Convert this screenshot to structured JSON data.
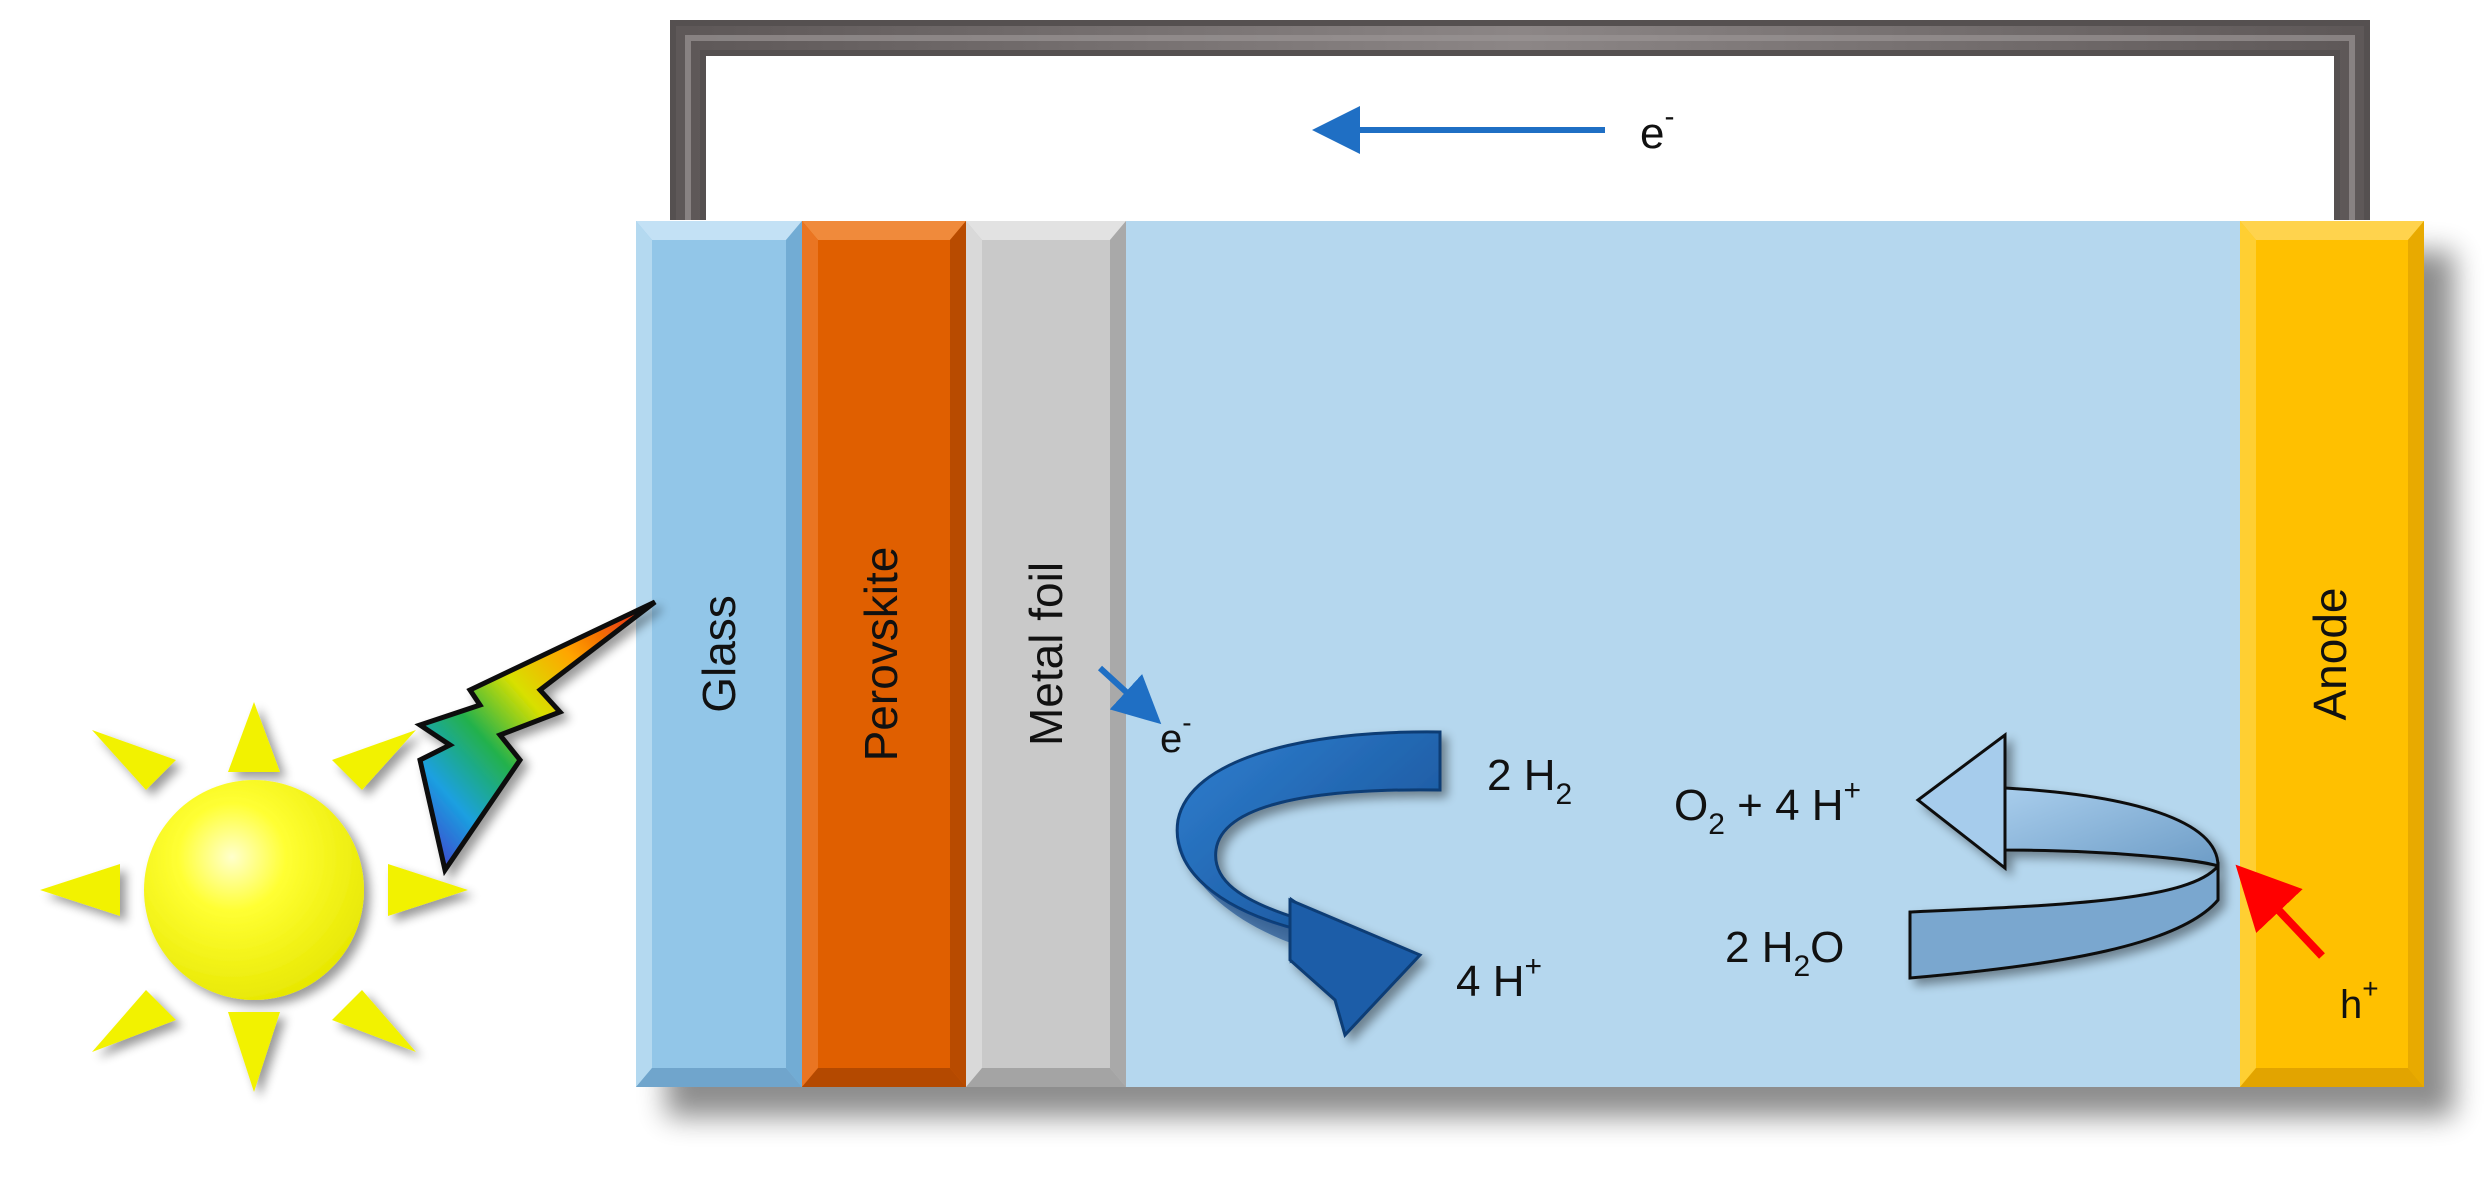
{
  "layers": {
    "glass": "Glass",
    "perovskite": "Perovskite",
    "metal_foil": "Metal foil",
    "anode": "Anode"
  },
  "labels": {
    "electron": "e",
    "superscript_minus": "-",
    "superscript_plus": "+",
    "hole": "h",
    "h2": "2 H",
    "h2_sub": "2",
    "h_plus": "4 H",
    "h2o_pre": "2 H",
    "h2o_sub": "2",
    "h2o_post": "O",
    "o2_pre": "O",
    "o2_sub": "2",
    "o2_post": " + 4 H"
  },
  "colors": {
    "glass": "#92c6e8",
    "perovskite": "#e05f00",
    "metal_foil": "#c9c9c9",
    "electrolyte": "#b5d7ee",
    "anode": "#ffc000",
    "wire": "#7a7474",
    "blue_arrow": "#1f6fc4",
    "dark_blue_cycle": "#1b5da8",
    "light_blue_cycle": "#7fb2dd",
    "red_arrow": "#ff0000",
    "sun": "#ffff00"
  },
  "icons": [
    "sun-icon",
    "lightning-bolt-icon"
  ]
}
